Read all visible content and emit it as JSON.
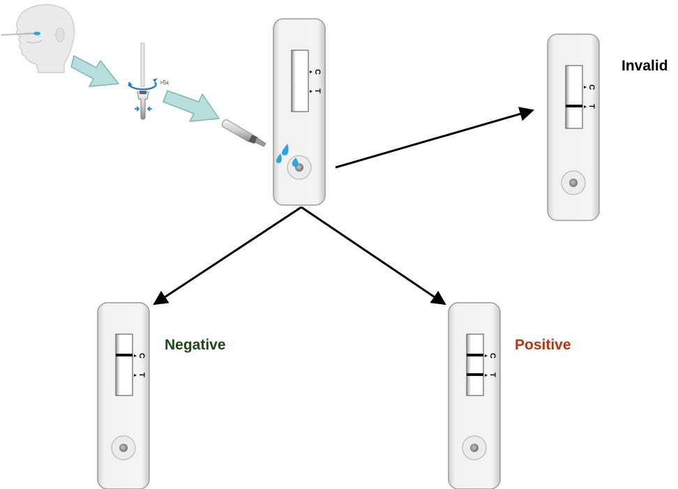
{
  "results": {
    "invalid": {
      "label": "Invalid",
      "color": "#000000"
    },
    "negative": {
      "label": "Negative",
      "color": "#1d4a14"
    },
    "positive": {
      "label": "Positive",
      "color": "#c03010"
    }
  },
  "procedure": {
    "rotation_note": ">5x"
  },
  "cassette_marks": {
    "control": "C",
    "test": "T"
  },
  "colors": {
    "step_arrow_fill": "#b7dedc",
    "step_arrow_stroke": "#7fb4b2",
    "sample_drop": "#2aa3e0",
    "result_line": "#111111",
    "flow_arrow": "#000000"
  },
  "icons": [
    "head-swab-icon",
    "tube-rotation-icon",
    "dropper-icon",
    "sample-drop-icon"
  ]
}
